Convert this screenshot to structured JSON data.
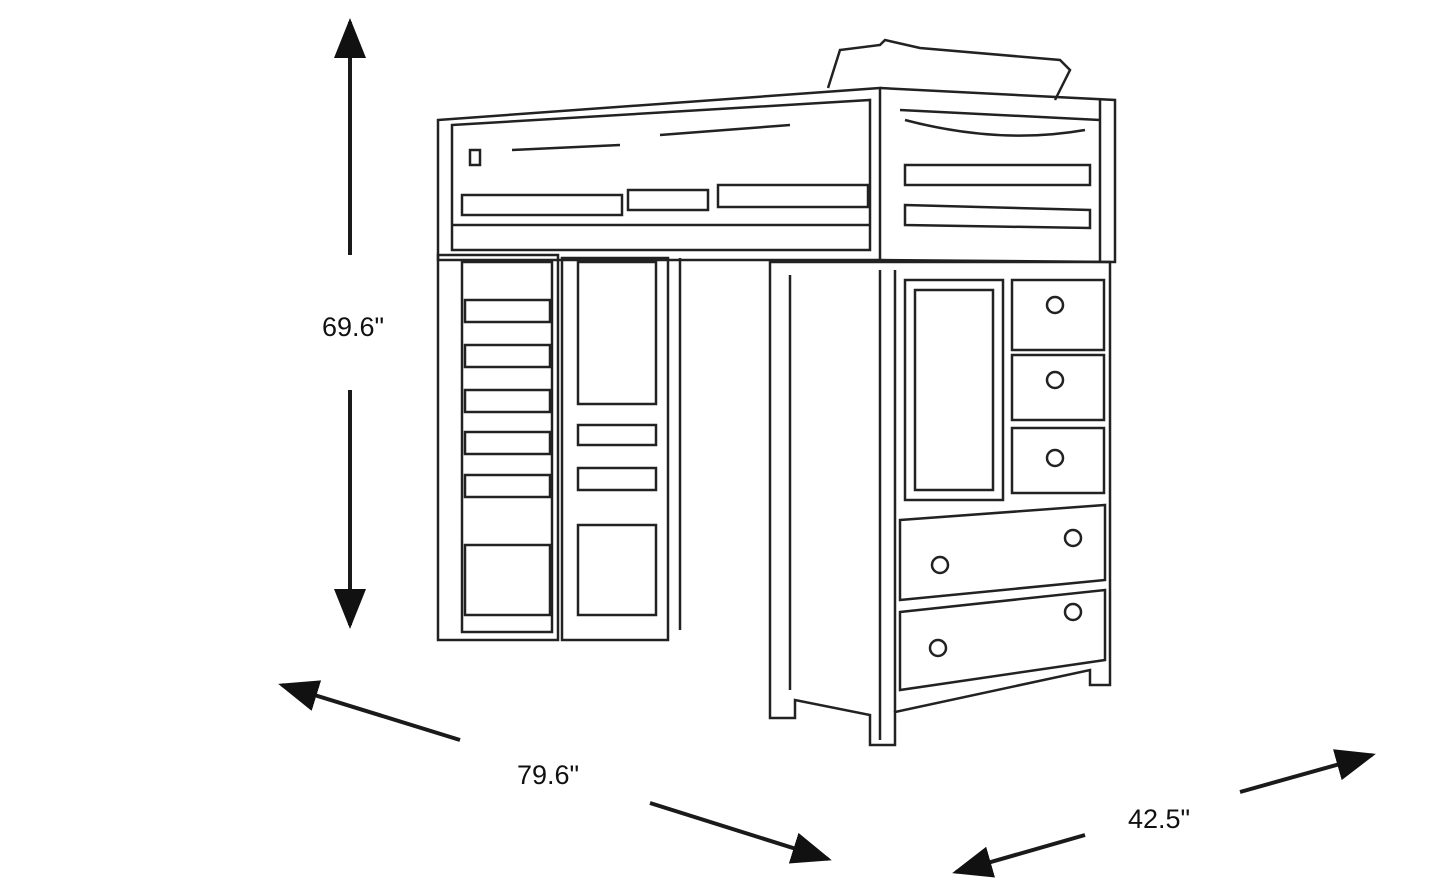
{
  "title": "Loft bed with chest dimensions",
  "dimensions": {
    "height": "69.6\"",
    "width": "79.6\"",
    "depth": "42.5\""
  },
  "colors": {
    "line": "#1a1a1a",
    "background": "#ffffff"
  }
}
